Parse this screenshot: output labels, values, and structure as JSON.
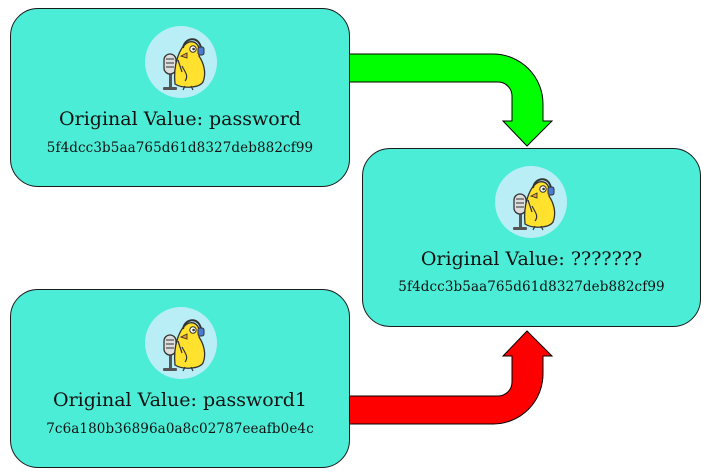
{
  "cards": {
    "top_left": {
      "label": "Original Value: password",
      "hash": "5f4dcc3b5aa765d61d8327deb882cf99"
    },
    "bottom_left": {
      "label": "Original Value: password1",
      "hash": "7c6a180b36896a0a8c02787eeafb0e4c"
    },
    "right": {
      "label": "Original Value: ???????",
      "hash": "5f4dcc3b5aa765d61d8327deb882cf99"
    }
  },
  "arrows": {
    "top": {
      "color": "#00ff00",
      "icon": "green-curved-arrow"
    },
    "bottom": {
      "color": "#ff0000",
      "icon": "red-curved-arrow"
    }
  },
  "colors": {
    "card": "#4bedd6",
    "avatar_bg": "#b9eef7",
    "bird": "#ffe12e"
  },
  "icons": {
    "avatar": "bird-with-headphones-and-microphone-icon"
  }
}
